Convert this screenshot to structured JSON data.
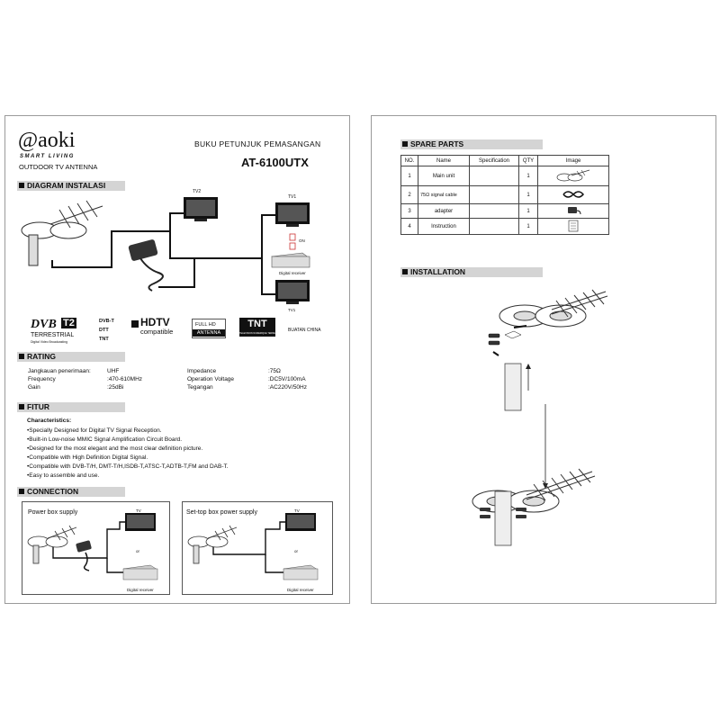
{
  "left_page": {
    "brand": "@aoki",
    "tagline": "SMART LIVING",
    "product_type": "OUTDOOR TV ANTENNA",
    "manual_title": "BUKU PETUNJUK PEMASANGAN",
    "model": "AT-6100UTX",
    "sections": {
      "diagram": "DIAGRAM INSTALASI",
      "rating": "RATING",
      "fitur": "FITUR",
      "connection": "CONNECTION"
    },
    "diagram_labels": {
      "tv2": "TV2",
      "tv1": "TV1",
      "on": "ON",
      "digital_receiver": "Digital receiver",
      "tv_bottom": "TV1"
    },
    "logos": {
      "dvb": "DVB",
      "t2": "T2",
      "terrestrial": "TERRESTRIAL",
      "dvb_sub": "Digital Video Broadcasting",
      "dvbt": "DVB-T",
      "dtt": "DTT",
      "tnt_small": "TNT",
      "hdtv": "HDTV",
      "compatible": "compatible",
      "fullhd": "FULL HD",
      "antenna": "ANTENNA",
      "tnt": "TNT",
      "tnt_sub": "TELEVISION NUMERIQUE TERRESTRE",
      "made_in": "BUATAN CHINA"
    },
    "rating": [
      {
        "label": "Jangkauan penerimaan:",
        "value": "UHF"
      },
      {
        "label": "Frequency",
        "value": ":470-610MHz"
      },
      {
        "label": "Gain",
        "value": ":25dBi"
      }
    ],
    "rating_right": [
      {
        "label": "Impedance",
        "value": ":75Ω"
      },
      {
        "label": "Operation Voltage",
        "value": ":DC5V/100mA"
      },
      {
        "label": "Tegangan",
        "value": ":AC220V/50Hz"
      }
    ],
    "characteristics_title": "Characteristics:",
    "characteristics": [
      "•Specially Designed for Digital TV Signal Reception.",
      "•Built-in Low-noise MMIC Signal Amplification Circuit Board.",
      "•Designed for the most elegant and the most clear definition picture.",
      "•Compatible with High Definition Digital Signal.",
      "•Compatible with DVB-T/H, DMT-T/H,ISDB-T,ATSC-T,ADTB-T,FM and DAB-T.",
      "•Easy to assemble and use."
    ],
    "connection": {
      "power_box": "Power box supply",
      "settop_box": "Set-top box power supply",
      "tv": "TV",
      "or": "or",
      "digital_receiver": "Digital receiver"
    }
  },
  "right_page": {
    "sections": {
      "spare_parts": "SPARE PARTS",
      "installation": "INSTALLATION"
    },
    "table": {
      "headers": [
        "NO.",
        "Name",
        "Specification",
        "QTY",
        "Image"
      ],
      "rows": [
        {
          "no": "1",
          "name": "Main unit",
          "spec": "",
          "qty": "1",
          "image": "antenna-icon"
        },
        {
          "no": "2",
          "name": "75Ω signal cable",
          "spec": "",
          "qty": "1",
          "image": "cable-icon"
        },
        {
          "no": "3",
          "name": "adapter",
          "spec": "",
          "qty": "1",
          "image": "adapter-icon"
        },
        {
          "no": "4",
          "name": "Instruction",
          "spec": "",
          "qty": "1",
          "image": "manual-icon"
        }
      ]
    }
  },
  "colors": {
    "section_bar": "#d4d4d4",
    "page_border": "#9a9a9a",
    "ink": "#111111"
  }
}
